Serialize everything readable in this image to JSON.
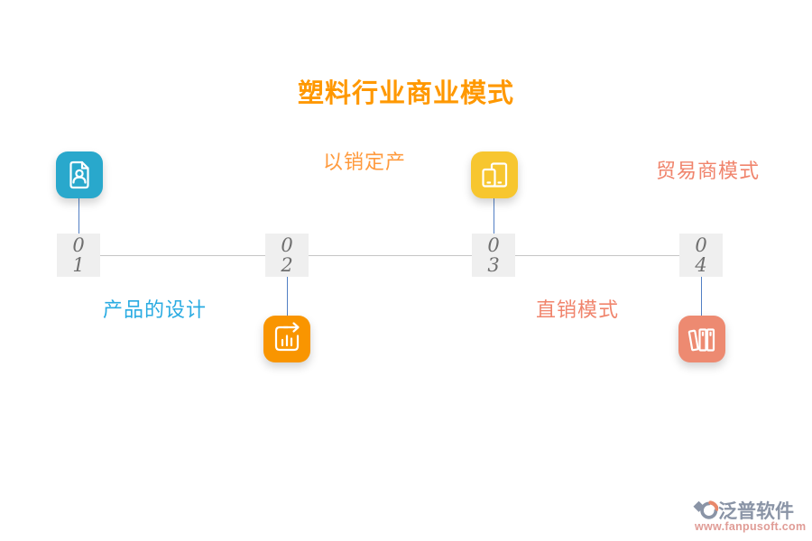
{
  "title": {
    "text": "塑料行业商业模式",
    "color": "#FF9800"
  },
  "timeline": {
    "line_color": "#C6C6C6",
    "connector_color": "#527FC4",
    "badge_bg": "#EFEFEF",
    "badge_text_color": "#6E6E6E",
    "nodes": [
      {
        "number_top": "0",
        "number_bottom": "1",
        "label": "产品的设计",
        "label_color": "#29ABE2",
        "icon": "document-user-icon",
        "icon_bg": "#29A8CC",
        "icon_side": "top"
      },
      {
        "number_top": "0",
        "number_bottom": "2",
        "label": "以销定产",
        "label_color": "#FF9A3D",
        "icon": "bar-chart-arrow-icon",
        "icon_bg": "#F99500",
        "icon_side": "bottom"
      },
      {
        "number_top": "0",
        "number_bottom": "3",
        "label": "直销模式",
        "label_color": "#F0846C",
        "icon": "devices-icon",
        "icon_bg": "#F7C62F",
        "icon_side": "top"
      },
      {
        "number_top": "0",
        "number_bottom": "4",
        "label": "贸易商模式",
        "label_color": "#F0846C",
        "icon": "books-icon",
        "icon_bg": "#ED8A71",
        "icon_side": "bottom"
      }
    ]
  },
  "footer": {
    "brand": "泛普软件",
    "brand_color": "#8A94A6",
    "url": "www.fanpusoft.com",
    "url_color": "#E09C96",
    "logo_gray": "#8A94A6",
    "logo_orange": "#E8886B"
  }
}
